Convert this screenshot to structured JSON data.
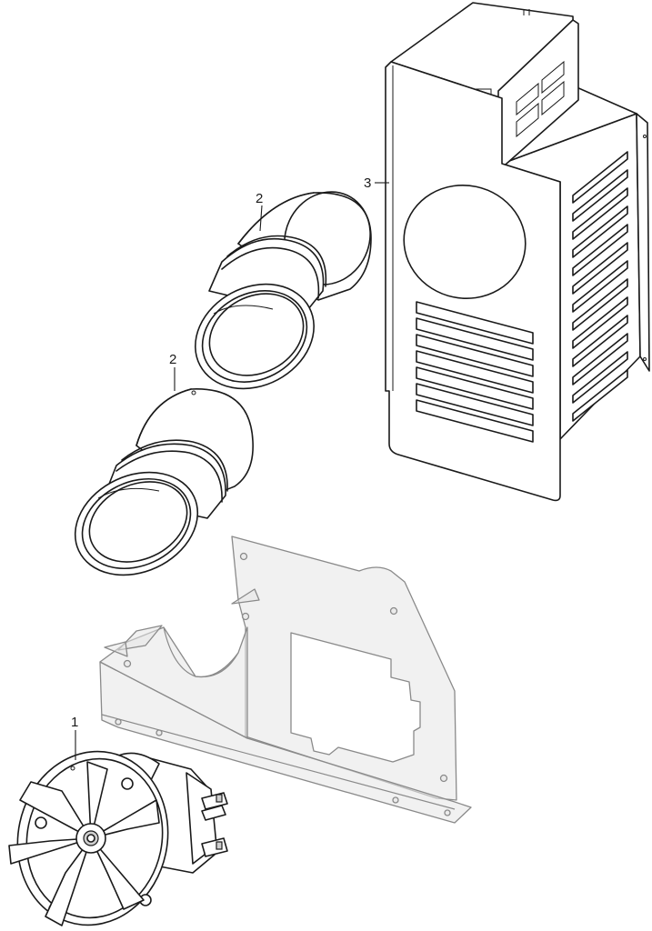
{
  "callouts": {
    "fan_motor": "1",
    "duct_upper": "2",
    "duct_lower": "2",
    "housing": "3"
  },
  "colors": {
    "line": "#1a1a1a",
    "plate_fill": "#e6e6e6",
    "plate_stroke": "#8a8a8a"
  }
}
